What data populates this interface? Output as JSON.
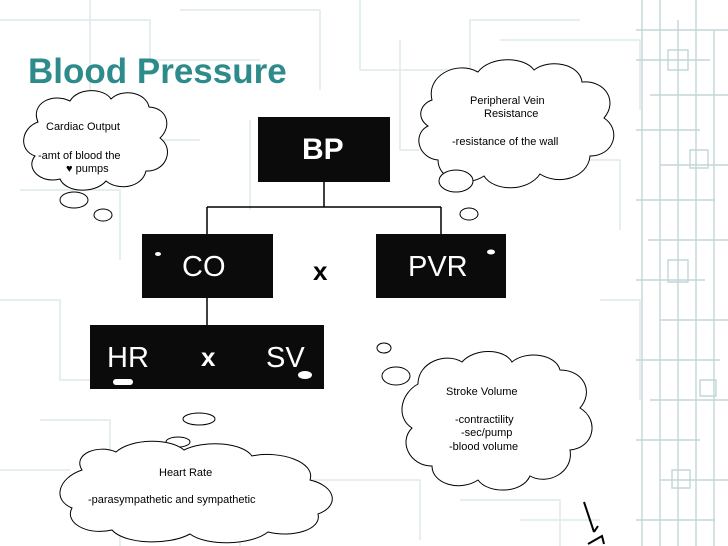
{
  "title": "Blood Pressure",
  "nodes": {
    "bp": "BP",
    "co": "CO",
    "pvr": "PVR",
    "hr": "HR",
    "sv": "SV"
  },
  "operators": {
    "co_pvr": "x",
    "hr_sv": "x"
  },
  "clouds": {
    "cardiac_output": {
      "title": "Cardiac Output",
      "desc_line1": "-amt of blood the",
      "desc_line2": "♥ pumps"
    },
    "pvr": {
      "title_line1": "Peripheral Vein",
      "title_line2": "Resistance",
      "desc": "-resistance of the wall"
    },
    "stroke_volume": {
      "title": "Stroke Volume",
      "items": [
        "-contractility",
        "-sec/pump",
        "-blood volume"
      ]
    },
    "heart_rate": {
      "title": "Heart Rate",
      "desc": "-parasympathetic and sympathetic"
    }
  },
  "colors": {
    "title": "#2e8b8b",
    "box": "#0b0b0b",
    "pattern": "#c9dde0"
  }
}
